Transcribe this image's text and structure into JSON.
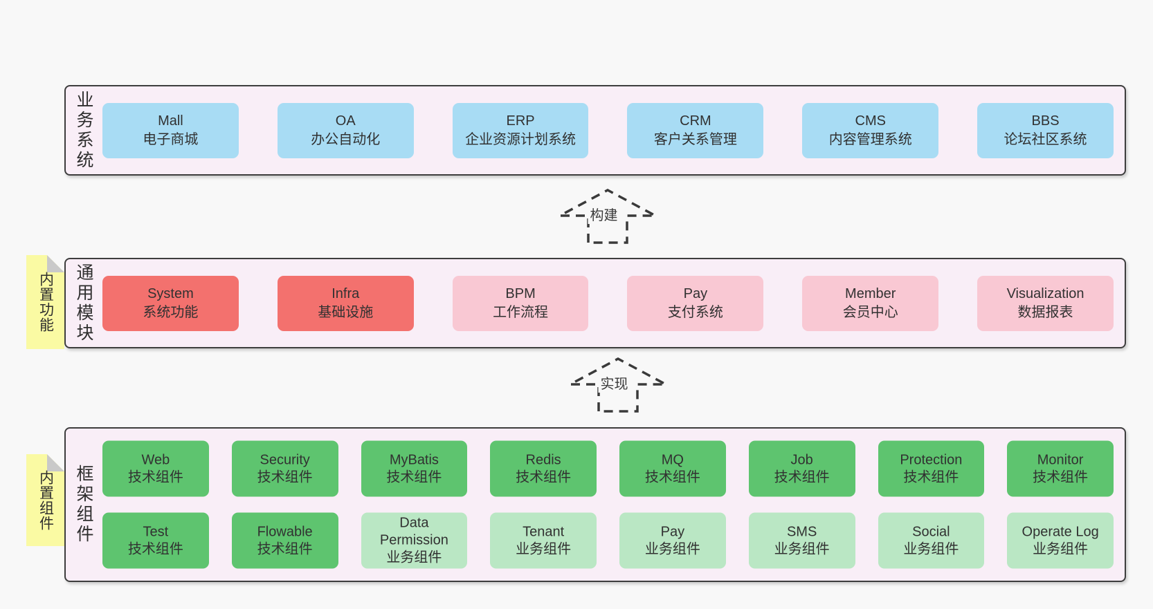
{
  "palette": {
    "page_bg": "#f8f8f8",
    "panel_bg": "#f9eef7",
    "panel_border": "#3d3d3d",
    "blue": "#a8dcf4",
    "red": "#f3716e",
    "pink": "#f9c8d3",
    "green_dark": "#5ec46f",
    "green_light": "#bae7c4",
    "note_yellow": "#fafaa3",
    "note_fold": "#c9c9c9",
    "arrow": "#3a3a3a",
    "text": "#333333"
  },
  "sections": {
    "business": {
      "label": "业务系统",
      "items": [
        {
          "name": "Mall",
          "desc": "电子商城",
          "variant": "blue"
        },
        {
          "name": "OA",
          "desc": "办公自动化",
          "variant": "blue"
        },
        {
          "name": "ERP",
          "desc": "企业资源计划系统",
          "variant": "blue"
        },
        {
          "name": "CRM",
          "desc": "客户关系管理",
          "variant": "blue"
        },
        {
          "name": "CMS",
          "desc": "内容管理系统",
          "variant": "blue"
        },
        {
          "name": "BBS",
          "desc": "论坛社区系统",
          "variant": "blue"
        }
      ]
    },
    "build_arrow": {
      "label": "构建"
    },
    "modules": {
      "label": "通用模块",
      "note": "内置功能",
      "items": [
        {
          "name": "System",
          "desc": "系统功能",
          "variant": "red"
        },
        {
          "name": "Infra",
          "desc": "基础设施",
          "variant": "red"
        },
        {
          "name": "BPM",
          "desc": "工作流程",
          "variant": "pink"
        },
        {
          "name": "Pay",
          "desc": "支付系统",
          "variant": "pink"
        },
        {
          "name": "Member",
          "desc": "会员中心",
          "variant": "pink"
        },
        {
          "name": "Visualization",
          "desc": "数据报表",
          "variant": "pink"
        }
      ]
    },
    "implement_arrow": {
      "label": "实现"
    },
    "framework": {
      "label": "框架组件",
      "note": "内置组件",
      "rows": [
        [
          {
            "name": "Web",
            "desc": "技术组件",
            "variant": "green-dark"
          },
          {
            "name": "Security",
            "desc": "技术组件",
            "variant": "green-dark"
          },
          {
            "name": "MyBatis",
            "desc": "技术组件",
            "variant": "green-dark"
          },
          {
            "name": "Redis",
            "desc": "技术组件",
            "variant": "green-dark"
          },
          {
            "name": "MQ",
            "desc": "技术组件",
            "variant": "green-dark"
          },
          {
            "name": "Job",
            "desc": "技术组件",
            "variant": "green-dark"
          },
          {
            "name": "Protection",
            "desc": "技术组件",
            "variant": "green-dark"
          },
          {
            "name": "Monitor",
            "desc": "技术组件",
            "variant": "green-dark"
          }
        ],
        [
          {
            "name": "Test",
            "desc": "技术组件",
            "variant": "green-dark"
          },
          {
            "name": "Flowable",
            "desc": "技术组件",
            "variant": "green-dark"
          },
          {
            "name": "Data Permission",
            "desc": "业务组件",
            "variant": "green-light"
          },
          {
            "name": "Tenant",
            "desc": "业务组件",
            "variant": "green-light"
          },
          {
            "name": "Pay",
            "desc": "业务组件",
            "variant": "green-light"
          },
          {
            "name": "SMS",
            "desc": "业务组件",
            "variant": "green-light"
          },
          {
            "name": "Social",
            "desc": "业务组件",
            "variant": "green-light"
          },
          {
            "name": "Operate Log",
            "desc": "业务组件",
            "variant": "green-light"
          }
        ]
      ]
    }
  }
}
